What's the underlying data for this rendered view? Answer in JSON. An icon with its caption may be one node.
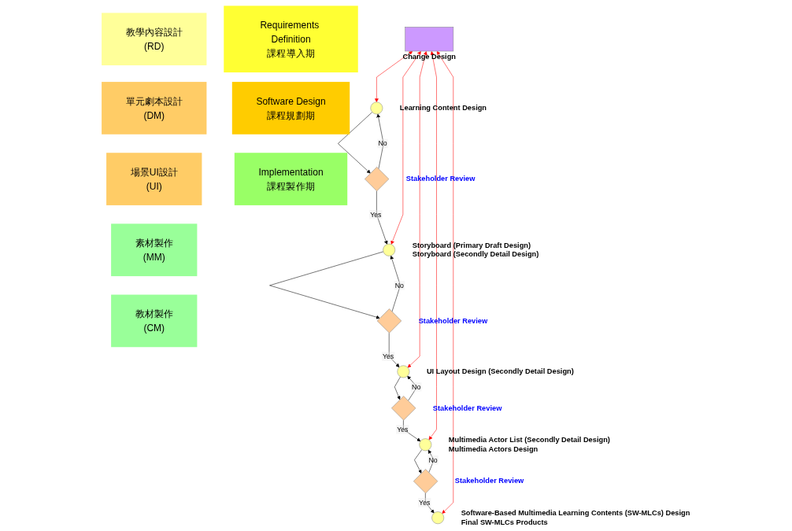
{
  "diagram": {
    "nodes": [
      {
        "text": [
          "Requirements Definition",
          "課程導入期"
        ]
      },
      {
        "text": [
          "教學內容設計",
          "(RD)"
        ]
      },
      {
        "text": [
          "Software Design",
          "課程規劃期"
        ]
      },
      {
        "text": [
          "單元劇本設計",
          "(DM)"
        ]
      },
      {
        "text": [
          "場景UI設計",
          "(UI)"
        ]
      },
      {
        "text": [
          "Implementation",
          "課程製作期"
        ]
      },
      {
        "text": [
          "素材製作",
          "(MM)"
        ]
      },
      {
        "text": [
          "教材製作",
          "(CM)"
        ]
      },
      {
        "text": [],
        "shape": "box",
        "beside": [
          "Change Design"
        ]
      },
      {
        "text": [],
        "shape": "circle",
        "beside": [
          "Learning Content Design"
        ]
      },
      {
        "text": [],
        "shape": "diamond",
        "beside": [
          "Stakeholder Review"
        ]
      },
      {
        "text": [],
        "shape": "circle",
        "beside": [
          "Storyboard (Primary Draft Design)",
          "Storyboard (Secondly Detail Design)"
        ]
      },
      {
        "text": [],
        "shape": "diamond",
        "beside": [
          "Stakeholder Review"
        ]
      },
      {
        "text": [],
        "shape": "circle",
        "beside": [
          "UI Layout Design (Secondly Detail Design)"
        ]
      },
      {
        "text": [],
        "shape": "diamond",
        "beside": [
          "Stakeholder Review"
        ]
      },
      {
        "text": [],
        "shape": "circle",
        "beside": [
          "Multimedia Actor List (Secondly Detail Design)",
          "Multimedia Actors Design"
        ]
      },
      {
        "text": [],
        "shape": "diamond",
        "beside": [
          "Stakeholder Review"
        ]
      },
      {
        "text": [],
        "shape": "circle",
        "beside": [
          "Software-Based Multimedia Learning Contents (SW-MLCs) Design",
          "Final SW-MLCs Products"
        ]
      }
    ],
    "edges": [
      {
        "from": 9,
        "to": 10,
        "arrow": "to"
      },
      {
        "from": 10,
        "to": 9,
        "arrow": "to",
        "label": "No"
      },
      {
        "from": 10,
        "to": 11,
        "arrow": "to",
        "label": "Yes"
      },
      {
        "from": 11,
        "to": 12,
        "arrow": "to"
      },
      {
        "from": 12,
        "to": 11,
        "arrow": "to",
        "label": "No"
      },
      {
        "from": 12,
        "to": 13,
        "arrow": "to",
        "label": "Yes"
      },
      {
        "from": 13,
        "to": 14,
        "arrow": "to"
      },
      {
        "from": 14,
        "to": 13,
        "arrow": "to",
        "label": "No"
      },
      {
        "from": 14,
        "to": 15,
        "arrow": "to",
        "label": "Yes"
      },
      {
        "from": 15,
        "to": 16,
        "arrow": "to"
      },
      {
        "from": 16,
        "to": 15,
        "arrow": "to",
        "label": "No"
      },
      {
        "from": 16,
        "to": 17,
        "arrow": "to",
        "label": "Yes"
      },
      {
        "from": 8,
        "to": 9,
        "arrow": "both",
        "color": "#ff0000"
      },
      {
        "from": 8,
        "to": 11,
        "arrow": "both",
        "color": "#ff0000"
      },
      {
        "from": 8,
        "to": 13,
        "arrow": "both",
        "color": "#ff0000"
      },
      {
        "from": 8,
        "to": 15,
        "arrow": "both",
        "color": "#ff0000"
      },
      {
        "from": 8,
        "to": 17,
        "arrow": "both",
        "color": "#ff0000"
      }
    ]
  }
}
